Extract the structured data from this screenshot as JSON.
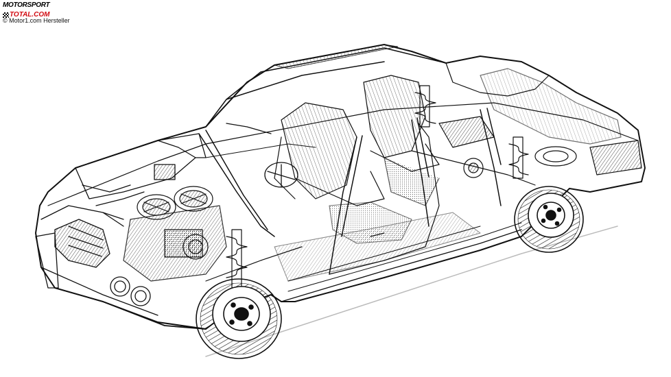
{
  "watermark": {
    "logo_line1": "MOTORSPORT",
    "logo_line2": "TOTAL.COM",
    "logo_accent": "#d10a11",
    "credit": "© Motor1.com Hersteller"
  },
  "illustration": {
    "subject": "cutaway line drawing of a four-door sedan",
    "style": "black ink on white"
  }
}
